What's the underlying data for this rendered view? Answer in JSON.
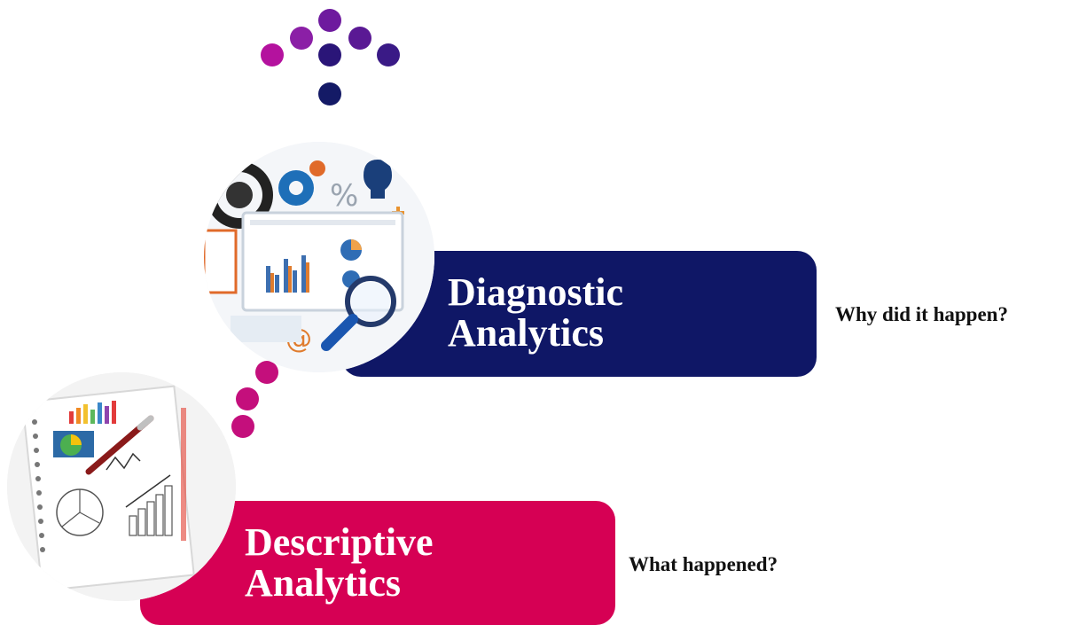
{
  "stages": [
    {
      "title_line1": "Descriptive",
      "title_line2": "Analytics",
      "question": "What happened?",
      "color": "#d60054"
    },
    {
      "title_line1": "Diagnostic",
      "title_line2": "Analytics",
      "question": "Why did it happen?",
      "color": "#0f1766"
    }
  ],
  "photo_diag_symbols": {
    "percent": "%",
    "at": "@"
  },
  "colors": {
    "magenta": "#b4129e",
    "purple": "#6a1aa0",
    "indigo": "#3a1580",
    "navy": "#0f1766",
    "pink_dot": "#c8107e"
  }
}
